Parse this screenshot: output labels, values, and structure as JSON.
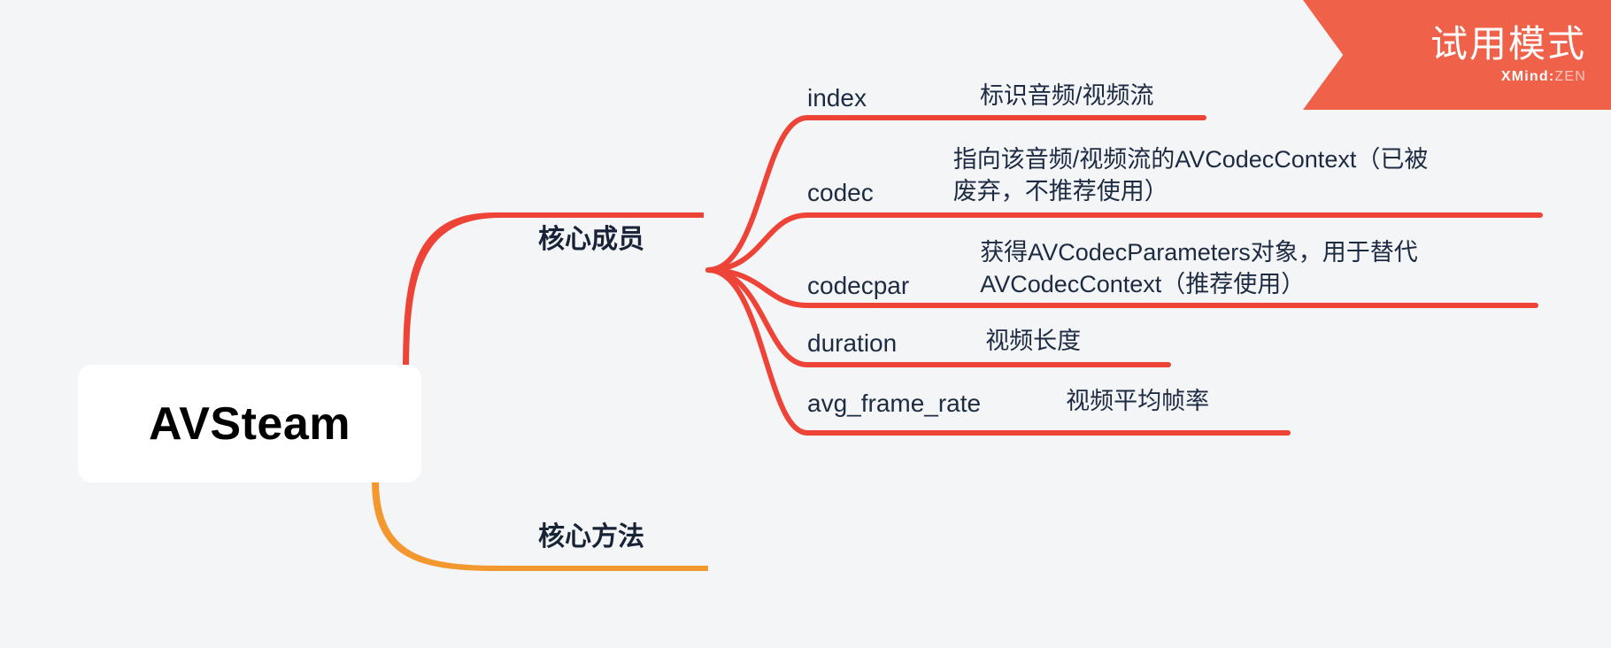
{
  "canvas": {
    "background_color": "#f4f5f7",
    "branch_color_primary": "#ee4337",
    "branch_color_secondary": "#f2982f"
  },
  "root": {
    "label": "AVSteam"
  },
  "branches": [
    {
      "label": "核心成员",
      "color": "#ee4337",
      "subtopics": [
        {
          "key": "index",
          "desc": "标识音频/视频流"
        },
        {
          "key": "codec",
          "desc": "指向该音频/视频流的AVCodecContext（已被\n废弃，不推荐使用）"
        },
        {
          "key": "codecpar",
          "desc": "获得AVCodecParameters对象，用于替代\nAVCodecContext（推荐使用）"
        },
        {
          "key": "duration",
          "desc": "视频长度"
        },
        {
          "key": "avg_frame_rate",
          "desc": "视频平均帧率"
        }
      ]
    },
    {
      "label": "核心方法",
      "color": "#f2982f",
      "subtopics": []
    }
  ],
  "trial_banner": {
    "title": "试用模式",
    "brand_bold": "XMind",
    "brand_sep": ":",
    "brand_light": "ZEN",
    "color": "#f0614a"
  }
}
